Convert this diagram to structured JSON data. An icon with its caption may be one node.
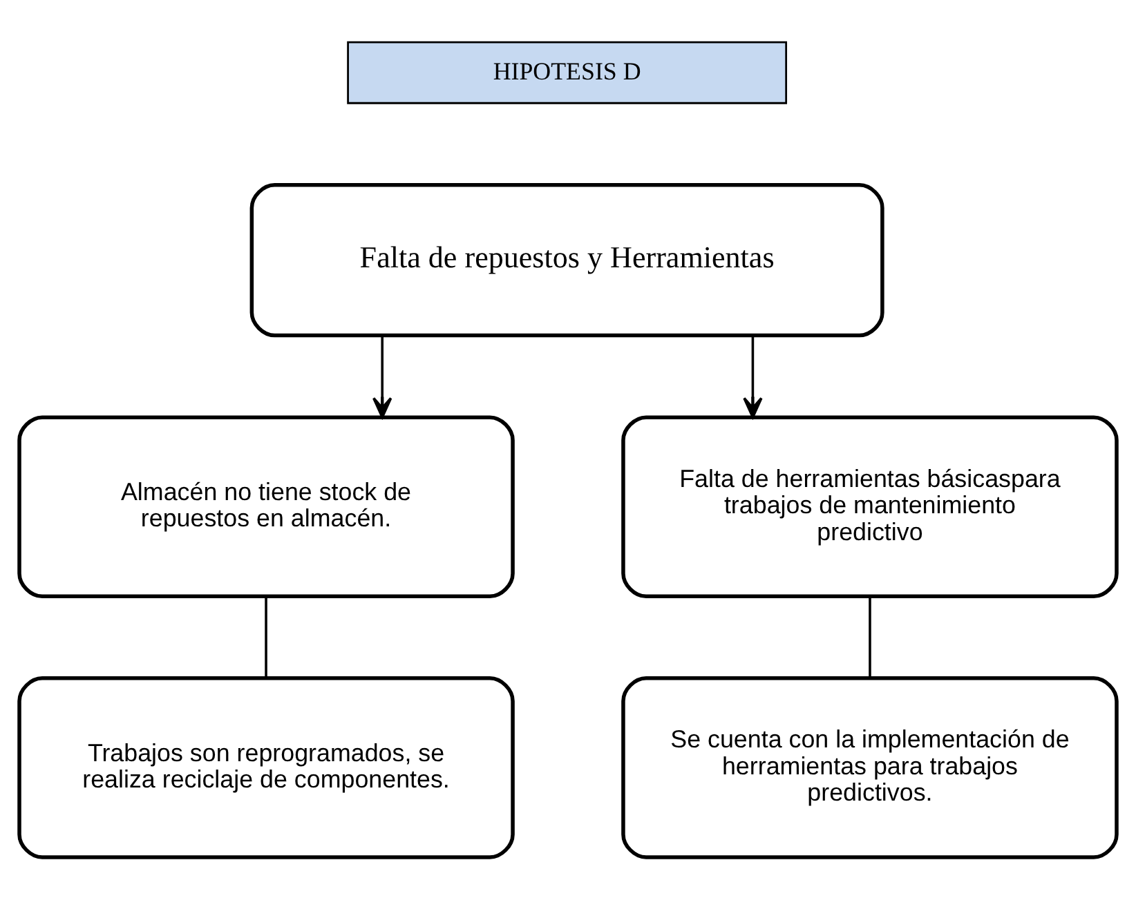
{
  "diagram": {
    "nodes": [
      {
        "text": [
          "HIPOTESIS D"
        ]
      },
      {
        "text": [
          "Falta de repuestos y Herramientas"
        ]
      },
      {
        "text": [
          "Almacén no tiene stock de repuestos en almacén."
        ]
      },
      {
        "text": [
          "Falta de herramientas básicaspara trabajos de mantenimiento predictivo"
        ]
      },
      {
        "text": [
          "Trabajos son reprogramados, se realiza reciclaje de componentes."
        ]
      },
      {
        "text": [
          "Se cuenta con la implementación de herramientas para trabajos predictivos."
        ]
      }
    ],
    "edges": [
      {
        "from": 1,
        "to": 2,
        "arrow": "to"
      },
      {
        "from": 1,
        "to": 3,
        "arrow": "to"
      },
      {
        "from": 2,
        "to": 4,
        "arrow": "none"
      },
      {
        "from": 3,
        "to": 5,
        "arrow": "none"
      }
    ]
  }
}
